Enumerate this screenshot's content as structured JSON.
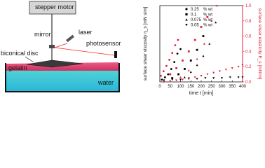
{
  "diagram": {
    "labels": {
      "motor": "stepper motor",
      "mirror": "mirror",
      "laser": "laser",
      "photosensor": "photosensor",
      "disc": "biconical disc",
      "gelatin": "gelatin",
      "water": "water"
    },
    "colors": {
      "motor_fill": "#d6d6d6",
      "gelatin_top": "#e8336a",
      "water_top": "#4fd2d6",
      "water_bottom": "#2bb7d9",
      "laser_beam": "#ff2020"
    }
  },
  "chart_data": {
    "type": "scatter",
    "xlabel": "time t [min]",
    "ylabel_left": "surface shear viscosity η_s [mN s/m]",
    "ylabel_right": "surface shear elasticity E_s [mN/m]",
    "xlim": [
      0,
      400
    ],
    "xticks": [
      0,
      50,
      100,
      150,
      200,
      250,
      300,
      350,
      400
    ],
    "ylim_left": [
      0,
      1.0
    ],
    "ylim_right": [
      0,
      1.0
    ],
    "yticks_right": [
      0.0,
      0.2,
      0.4,
      0.6,
      0.8,
      1.0
    ],
    "right_axis_color": "#e0203a",
    "grid": false,
    "legend": {
      "position": "top-left",
      "entries": [
        {
          "value": "0.25",
          "unit": "% wt",
          "marker": "circle"
        },
        {
          "value": "0.1",
          "unit": "% wt",
          "marker": "square"
        },
        {
          "value": "0.075",
          "unit": "% wt",
          "marker": "triangle-up"
        },
        {
          "value": "0.05",
          "unit": "% wt",
          "marker": "triangle-down"
        }
      ]
    },
    "series": [
      {
        "group": "viscosity",
        "conc": "0.25",
        "marker": "circle",
        "color": "#000000",
        "x": [
          10,
          25,
          40,
          55,
          70,
          85,
          100
        ],
        "y": [
          0.03,
          0.06,
          0.1,
          0.17,
          0.26,
          0.37,
          0.43
        ]
      },
      {
        "group": "elasticity",
        "conc": "0.25",
        "marker": "circle",
        "color": "#e0203a",
        "x": [
          5,
          18,
          32,
          46,
          60,
          74,
          88
        ],
        "y": [
          0.08,
          0.14,
          0.21,
          0.29,
          0.38,
          0.48,
          0.55
        ]
      },
      {
        "group": "viscosity",
        "conc": "0.1",
        "marker": "square",
        "color": "#000000",
        "x": [
          60,
          90,
          120,
          150,
          180,
          210
        ],
        "y": [
          0.05,
          0.1,
          0.17,
          0.28,
          0.42,
          0.6
        ]
      },
      {
        "group": "elasticity",
        "conc": "0.1",
        "marker": "square",
        "color": "#e0203a",
        "x": [
          50,
          80,
          110,
          140,
          170,
          200,
          230
        ],
        "y": [
          0.1,
          0.18,
          0.28,
          0.4,
          0.55,
          0.72,
          0.85
        ]
      },
      {
        "group": "viscosity",
        "conc": "0.075",
        "marker": "triangle-up",
        "color": "#000000",
        "x": [
          120,
          150,
          180,
          210,
          240,
          270
        ],
        "y": [
          0.06,
          0.13,
          0.22,
          0.34,
          0.5,
          0.78
        ]
      },
      {
        "group": "elasticity",
        "conc": "0.075",
        "marker": "triangle-up",
        "color": "#e0203a",
        "x": [
          100,
          140,
          180,
          215,
          250,
          275
        ],
        "y": [
          0.06,
          0.15,
          0.3,
          0.5,
          0.8,
          1.0
        ]
      },
      {
        "group": "viscosity",
        "conc": "0.05",
        "marker": "triangle-down",
        "color": "#000000",
        "x": [
          20,
          60,
          100,
          140,
          180,
          220,
          260,
          300,
          340,
          380,
          400
        ],
        "y": [
          0.02,
          0.03,
          0.03,
          0.04,
          0.04,
          0.05,
          0.05,
          0.05,
          0.06,
          0.06,
          0.06
        ]
      },
      {
        "group": "elasticity",
        "conc": "0.05",
        "marker": "triangle-down",
        "color": "#e0203a",
        "x": [
          20,
          50,
          80,
          110,
          140,
          170,
          200,
          230,
          260,
          290,
          320,
          350,
          380,
          400
        ],
        "y": [
          0.0,
          0.01,
          0.02,
          0.03,
          0.05,
          0.06,
          0.08,
          0.1,
          0.12,
          0.14,
          0.16,
          0.18,
          0.2,
          0.22
        ]
      }
    ]
  }
}
